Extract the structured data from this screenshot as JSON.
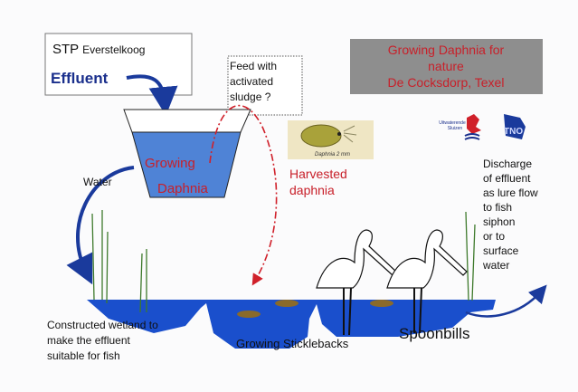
{
  "stp_box": {
    "line1_bold": "STP",
    "line1_rest": "Everstelkoog",
    "effluent": "Effluent"
  },
  "feed_box": {
    "lines": [
      "Feed with",
      "activated",
      "sludge ?"
    ]
  },
  "title_box": {
    "lines": [
      "Growing Daphnia for",
      "nature",
      "De Cocksdorp, Texel"
    ]
  },
  "tank": {
    "lines": [
      "Growing",
      "Daphnia"
    ]
  },
  "daphnia_photo": {
    "caption": "Daphnia 2 mm"
  },
  "harvested": {
    "lines": [
      "Harvested",
      "daphnia"
    ]
  },
  "logos": {
    "left": [
      "Uitwaterende",
      "Sluizen"
    ],
    "right": "TNO"
  },
  "water_label": "Water",
  "discharge": {
    "lines": [
      "Discharge",
      "of effluent",
      "as lure flow",
      "to fish",
      "siphon",
      "or to",
      "surface",
      "water"
    ]
  },
  "wetland": {
    "lines": [
      "Constructed wetland to",
      "make the effluent",
      "suitable for fish"
    ]
  },
  "sticklebacks_label": "Growing Sticklebacks",
  "spoonbills_label": "Spoonbills",
  "colors": {
    "water": "#1a4fcc",
    "arrow_blue": "#1a3a9c",
    "red_text": "#c8202a",
    "gray_box": "#8c8c8c",
    "reed": "#3e7a2c"
  }
}
